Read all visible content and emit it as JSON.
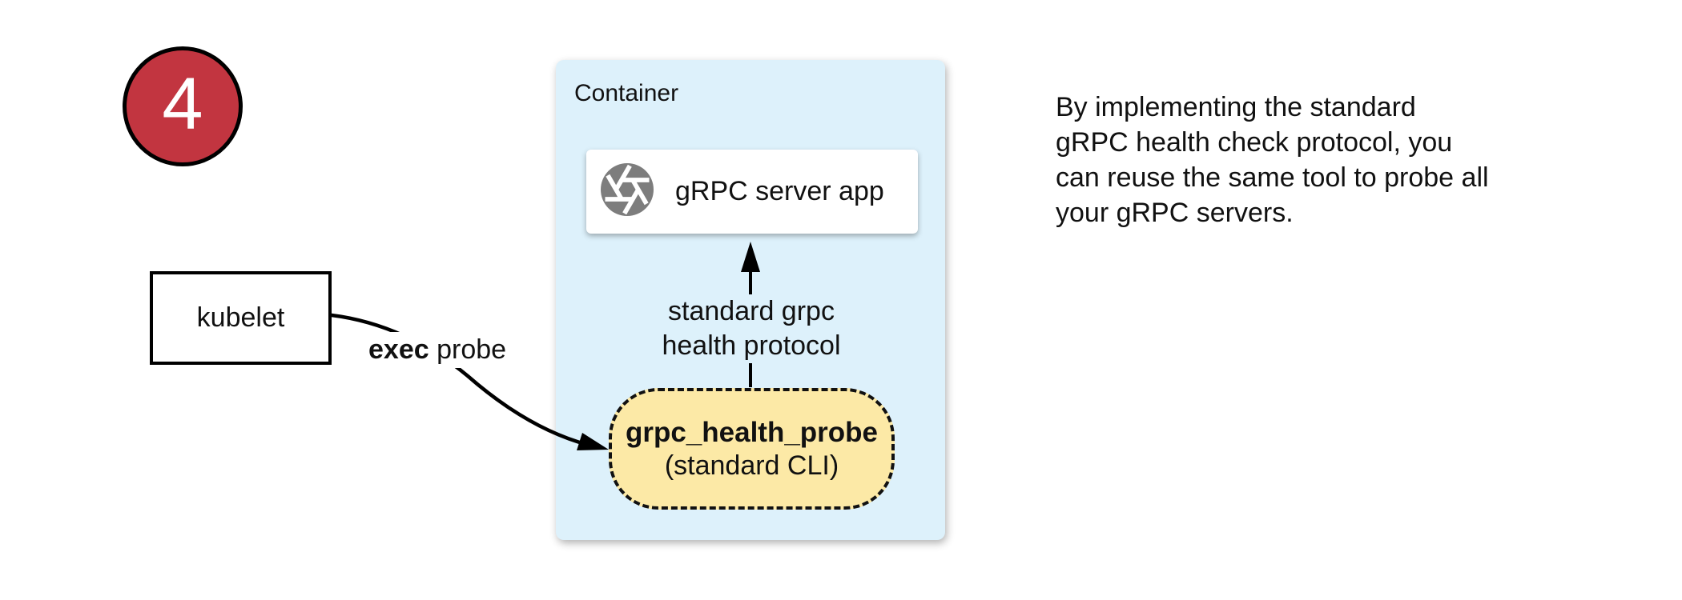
{
  "step_number": "4",
  "container": {
    "label": "Container"
  },
  "server_box": {
    "label": "gRPC server app",
    "icon": "aperture-icon"
  },
  "probe_capsule": {
    "name": "grpc_health_probe",
    "subtitle": "(standard CLI)"
  },
  "kubelet": {
    "label": "kubelet"
  },
  "edges": {
    "exec_probe": {
      "bold": "exec",
      "rest": " probe"
    },
    "health_protocol": {
      "line1": "standard grpc",
      "line2": "health protocol"
    }
  },
  "note": {
    "lines": [
      "By implementing the standard",
      "gRPC health check protocol, you",
      "can reuse the same tool to probe all",
      "your gRPC servers."
    ]
  },
  "colors": {
    "step_badge_red": "#C23540",
    "container_blue": "#DDF1FB",
    "capsule_yellow": "#FCE9A6",
    "icon_gray": "#7D7D7D",
    "line_black": "#000000"
  }
}
